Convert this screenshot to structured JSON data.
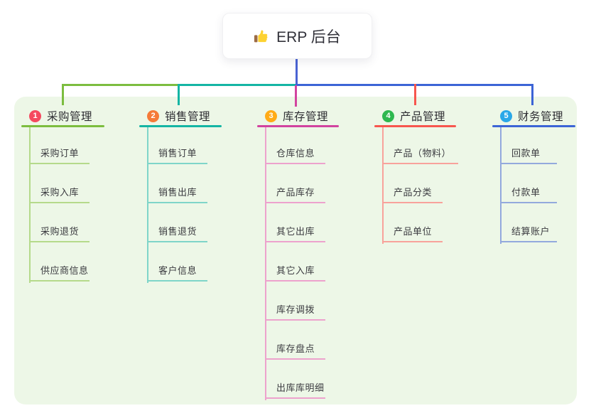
{
  "root": {
    "title": "ERP 后台",
    "icon": "thumbs-up-icon",
    "connector_color": "#4a63d3"
  },
  "panel": {
    "bg_color": "#edf7e7"
  },
  "branches": [
    {
      "num": "1",
      "label": "采购管理",
      "badge_color": "#f5495f",
      "line_color": "#7cbd3f",
      "child_line_color": "#b5da8b",
      "children": [
        "采购订单",
        "采购入库",
        "采购退货",
        "供应商信息"
      ]
    },
    {
      "num": "2",
      "label": "销售管理",
      "badge_color": "#f57a38",
      "line_color": "#14b5a4",
      "child_line_color": "#7fd5c9",
      "children": [
        "销售订单",
        "销售出库",
        "销售退货",
        "客户信息"
      ]
    },
    {
      "num": "3",
      "label": "库存管理",
      "badge_color": "#ffab17",
      "line_color": "#d2439f",
      "child_line_color": "#eda2cd",
      "children": [
        "仓库信息",
        "产品库存",
        "其它出库",
        "其它入库",
        "库存调拨",
        "库存盘点",
        "出库库明细"
      ]
    },
    {
      "num": "4",
      "label": "产品管理",
      "badge_color": "#2eb84f",
      "line_color": "#f7564e",
      "child_line_color": "#f8a29b",
      "children": [
        "产品（物料）",
        "产品分类",
        "产品单位"
      ]
    },
    {
      "num": "5",
      "label": "财务管理",
      "badge_color": "#2aa8e8",
      "line_color": "#3c64d6",
      "child_line_color": "#93a9dd",
      "children": [
        "回款单",
        "付款单",
        "结算账户"
      ]
    }
  ]
}
